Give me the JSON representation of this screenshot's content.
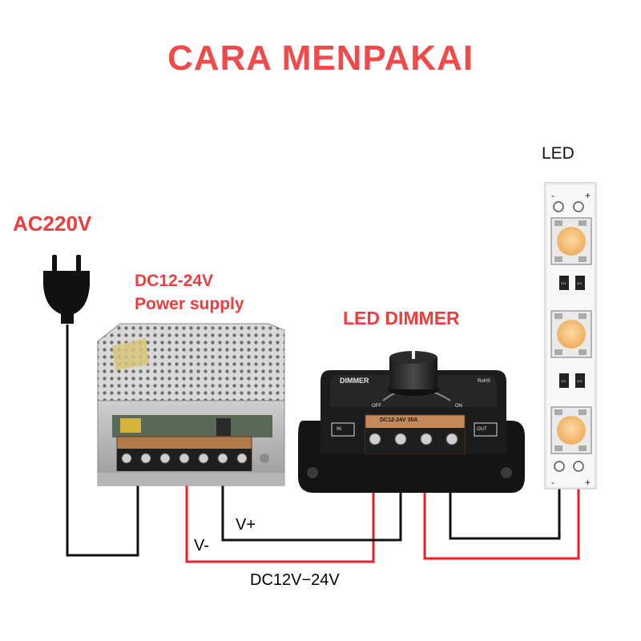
{
  "title": "CARA MENPAKAI",
  "ac_label": "AC220V",
  "psu_label_line1": "DC12-24V",
  "psu_label_line2": "Power supply",
  "dimmer_label": "LED DIMMER",
  "led_label": "LED",
  "v_plus": "V+",
  "v_minus": "V-",
  "dc_range": "DC12V−24V",
  "dimmer_panel": {
    "brand": "DIMMER",
    "off": "OFF",
    "on": "ON",
    "rating": "DC12-24V 30A",
    "in": "IN",
    "out": "OUT",
    "rohs": "RoHS"
  },
  "led_strip": {
    "minus_sign": "-",
    "plus_sign": "+",
    "resistor_text": "331"
  },
  "colors": {
    "title": "#f04a4a",
    "label_red": "#ee3d3d",
    "wire_red": "#e8202a",
    "wire_black": "#111111",
    "led_yellow": "#f7c27a"
  }
}
